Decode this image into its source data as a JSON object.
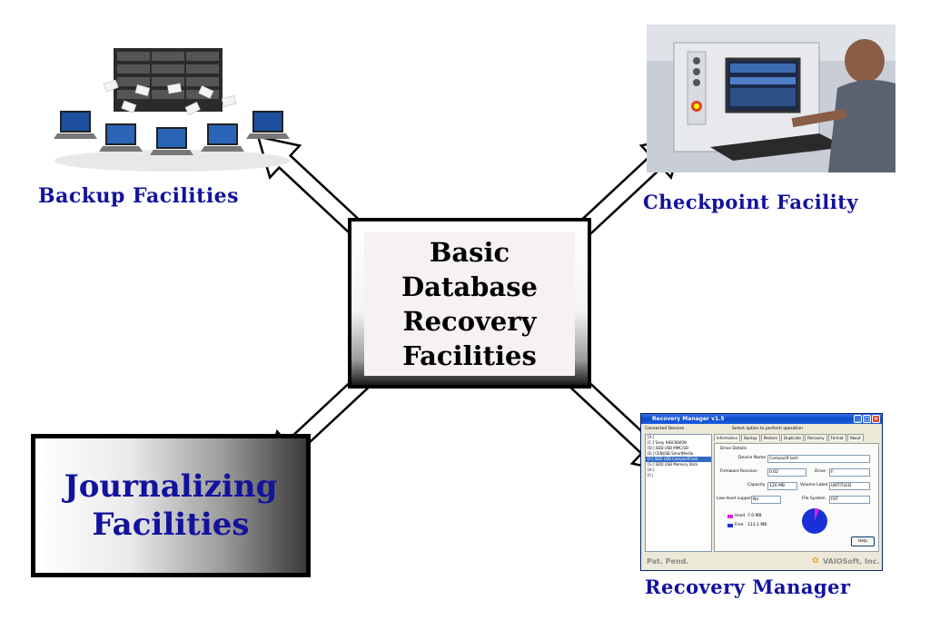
{
  "center": {
    "lines": [
      "Basic",
      "Database",
      "Recovery",
      "Facilities"
    ]
  },
  "nodes": {
    "backup": {
      "caption": "Backup Facilities"
    },
    "checkpoint": {
      "caption": "Checkpoint Facility"
    },
    "journalizing": {
      "lines": [
        "Journalizing",
        "Facilities"
      ]
    },
    "recovery_manager": {
      "caption": "Recovery Manager"
    }
  },
  "recovery_window": {
    "title": "Recovery Manager v1.5",
    "devices_label": "Connected Devices",
    "hint": "Select option to perform operation",
    "devices": [
      "[A:]",
      "[C:] Sony   IHDC6800N",
      "[D:] SDD USB  MMC/SD",
      "[E:] CENUSB  SmartMedia",
      "[F:] SDD USB  CompactFlash",
      "[G:] SDD USB  Memory Stick",
      "[H:]",
      "[I:]"
    ],
    "selected_index": 4,
    "tabs": [
      "Information",
      "Backup",
      "Restore",
      "Duplicate",
      "Recovery",
      "Format",
      "About"
    ],
    "group_label": "Drive Details",
    "fields": {
      "device_name_label": "Device Name",
      "device_name": "CompactFlash",
      "firmware_label": "Firmware Revision",
      "firmware": "0.02",
      "drive_label": "Drive",
      "drive": "F:",
      "capacity_label": "Capacity",
      "capacity": "120 MB",
      "volume_label_label": "Volume Label",
      "volume_label": "UNTITLED",
      "lowlevel_label": "Low-level support",
      "lowlevel": "No",
      "filesystem_label": "File System",
      "filesystem": "FAT"
    },
    "usage": {
      "used_label": "Used",
      "used": "7.0 MB",
      "free_label": "Free",
      "free": "113.1 MB",
      "used_fraction": 0.058
    },
    "help_label": "Help",
    "status_left": "Pat. Pend.",
    "brand": "VAIOSoft, Inc.",
    "colors": {
      "used": "#e020e0",
      "free": "#1a2fd8"
    }
  },
  "colors": {
    "caption": "#12129e",
    "arrow_fill": "#ffffff",
    "arrow_stroke": "#000000"
  }
}
